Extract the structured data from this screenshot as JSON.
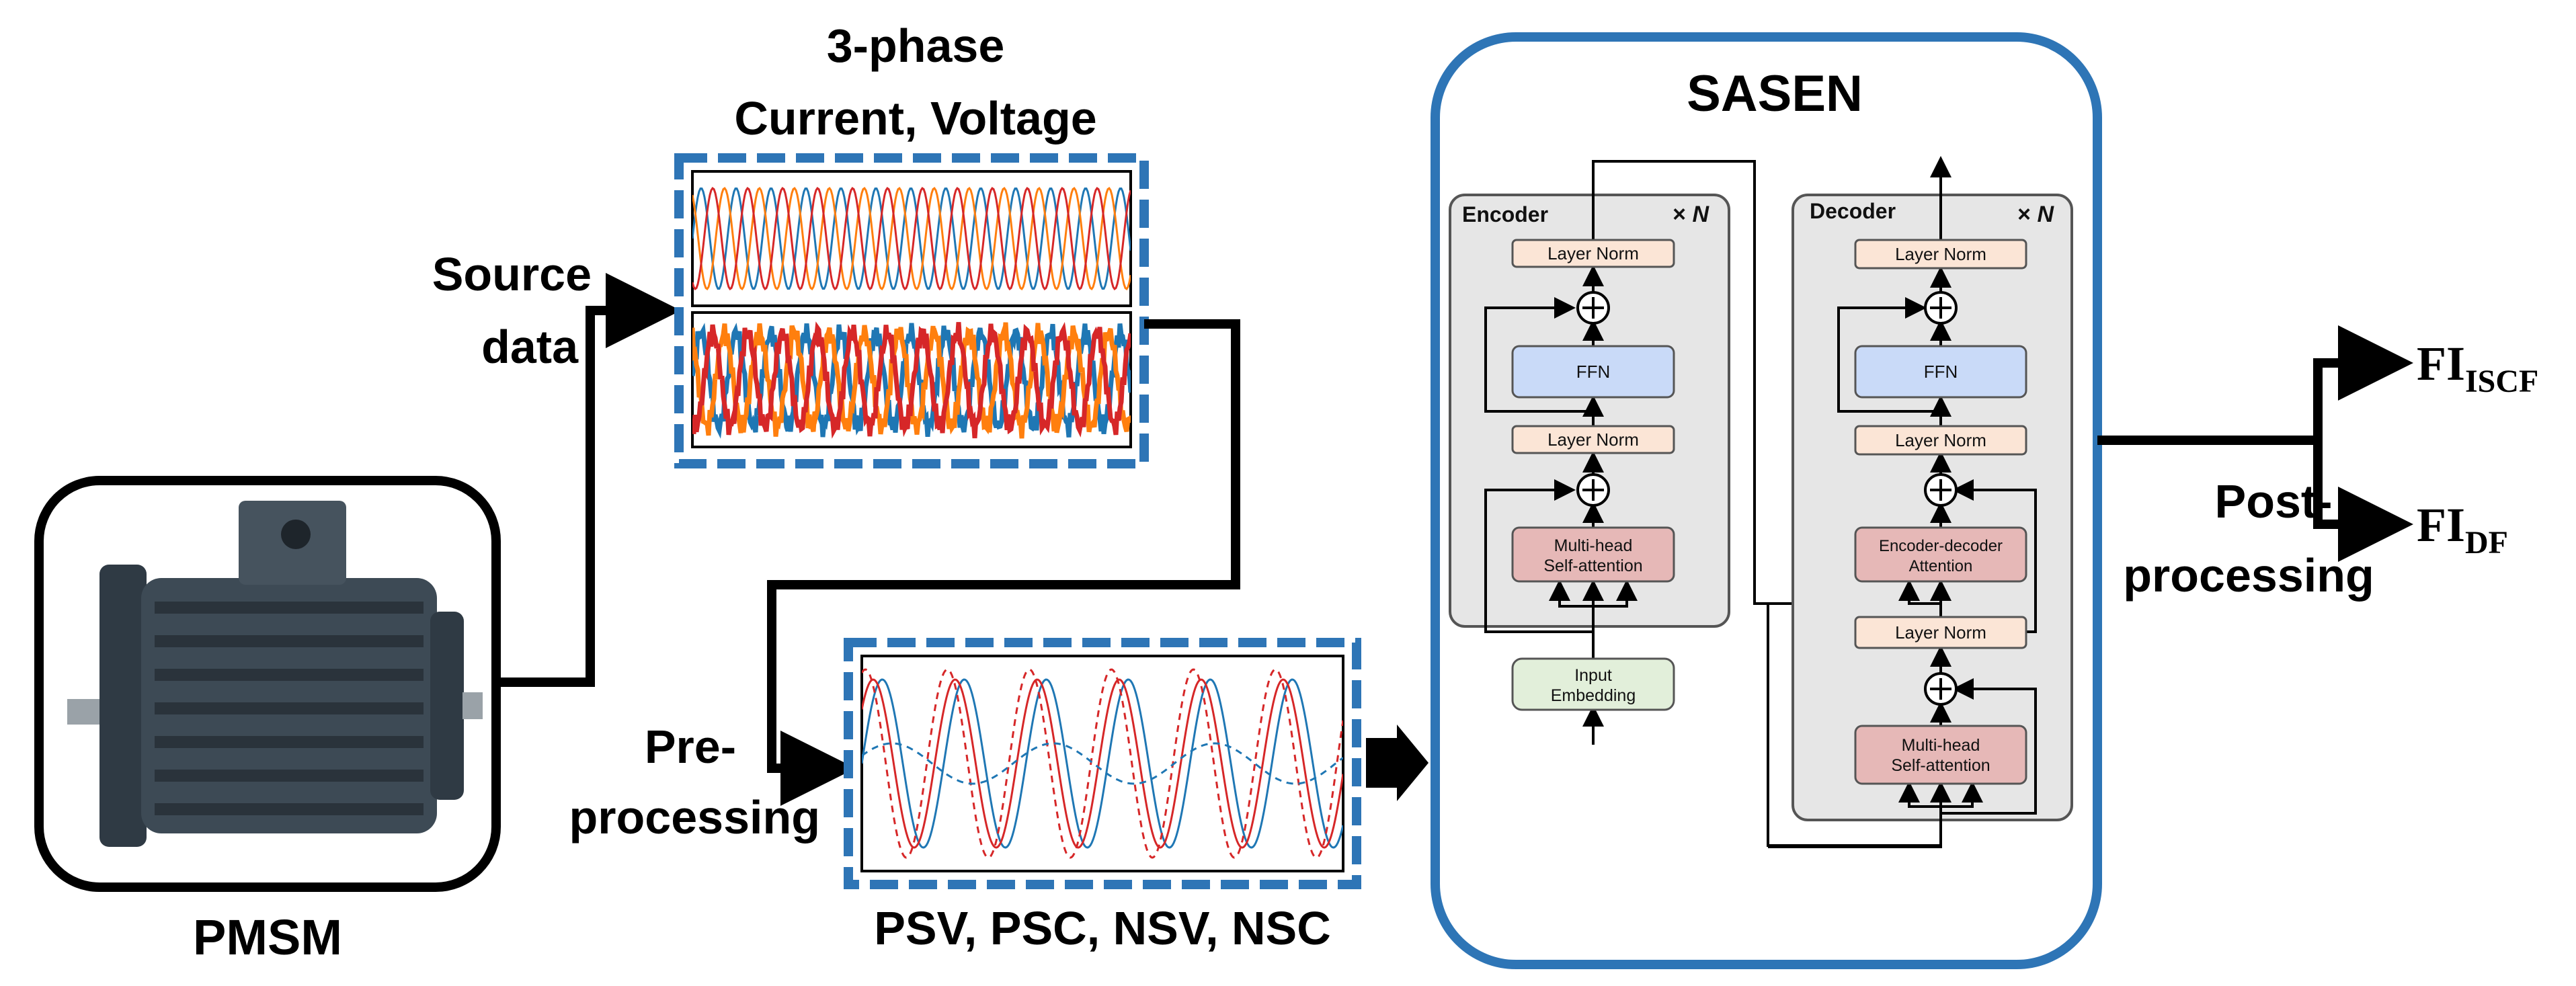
{
  "labels": {
    "three_phase_line1": "3-phase",
    "three_phase_line2": "Current, Voltage",
    "source_line1": "Source",
    "source_line2": "data",
    "pmsm": "PMSM",
    "pre_line1": "Pre-",
    "pre_line2": "processing",
    "sequence": "PSV, PSC, NSV, NSC",
    "sasen": "SASEN",
    "post_line1": "Post-",
    "post_line2": "processing",
    "fi_prefix": "FI",
    "fi1_sub": "ISCF",
    "fi2_sub": "DF"
  },
  "encoder": {
    "title": "Encoder",
    "repeat_prefix": "× ",
    "repeat_var": "N",
    "layer_norm": "Layer Norm",
    "ffn": "FFN",
    "attn_line1": "Multi-head",
    "attn_line2": "Self-attention",
    "emb_line1": "Input",
    "emb_line2": "Embedding"
  },
  "decoder": {
    "title": "Decoder",
    "repeat_prefix": "× ",
    "repeat_var": "N",
    "layer_norm": "Layer Norm",
    "ffn": "FFN",
    "cross_line1": "Encoder-decoder",
    "cross_line2": "Attention",
    "attn_line1": "Multi-head",
    "attn_line2": "Self-attention"
  },
  "colors": {
    "blue_frame": "#2e75b6",
    "wave_blue": "#1f77b4",
    "wave_orange": "#ff7f0e",
    "wave_red": "#d62728",
    "layer_norm_fill": "#fbe5d6",
    "ffn_fill": "#c9daf8",
    "attention_fill": "#e6b8b7",
    "embedding_fill": "#e2efda",
    "block_gray": "#e6e6e6",
    "motor_body": "#3d4a55"
  }
}
